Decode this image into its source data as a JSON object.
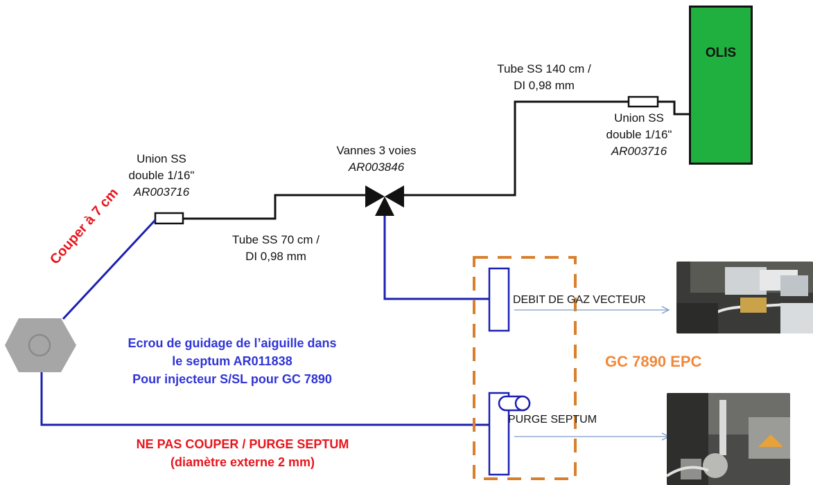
{
  "labels": {
    "union_left": {
      "line1": "Union SS",
      "line2": "double 1/16\"",
      "code": "AR003716"
    },
    "union_right": {
      "line1": "Union SS",
      "line2": "double 1/16\"",
      "code": "AR003716"
    },
    "valve": {
      "line1": "Vannes 3 voies",
      "code": "AR003846"
    },
    "tube_70": {
      "line1": "Tube SS 70 cm /",
      "line2": "DI 0,98 mm"
    },
    "tube_140": {
      "line1": "Tube SS 140 cm /",
      "line2": "DI 0,98 mm"
    },
    "olis": "OLIS",
    "cut": "Couper à 7 cm",
    "nut": {
      "line1": "Ecrou de guidage de l’aiguille dans",
      "line2": "le septum AR011838",
      "line3": "Pour injecteur S/SL pour GC 7890"
    },
    "no_cut": {
      "line1": "NE PAS COUPER / PURGE SEPTUM",
      "line2": "(diamètre externe 2 mm)"
    },
    "gc": "GC 7890 EPC",
    "carrier_gas": "DEBIT DE GAZ VECTEUR",
    "purge": "PURGE  SEPTUM"
  },
  "colors": {
    "blue_line": "#1b1fb0",
    "black_line": "#111111",
    "olis_green": "#20b040",
    "gc_orange": "#d9802e",
    "red_text": "#e8141c",
    "blue_text": "#2f34d6"
  },
  "photos": [
    "carrier-gas-port-photo",
    "septum-purge-photo"
  ]
}
